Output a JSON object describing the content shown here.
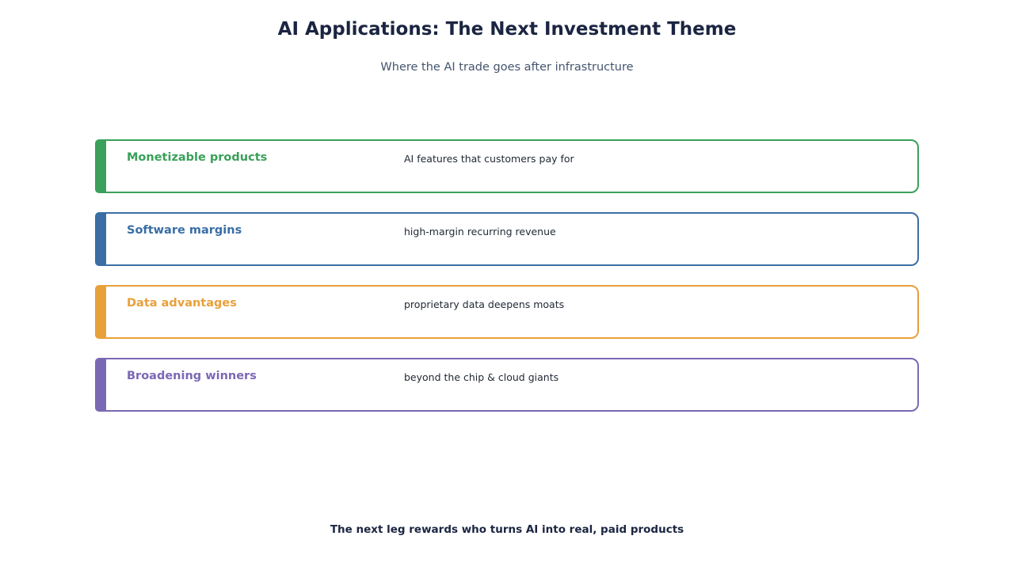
{
  "header": {
    "title": "AI Applications: The Next Investment Theme",
    "subtitle": "Where the AI trade goes after infrastructure"
  },
  "items": [
    {
      "label": "Monetizable products",
      "description": "AI features that customers pay for",
      "color": "#3aa05a"
    },
    {
      "label": "Software margins",
      "description": "high-margin recurring revenue",
      "color": "#3a6ea5"
    },
    {
      "label": "Data advantages",
      "description": "proprietary data deepens moats",
      "color": "#e8a03a"
    },
    {
      "label": "Broadening winners",
      "description": "beyond the chip & cloud giants",
      "color": "#7b68b5"
    }
  ],
  "footer": {
    "text": "The next leg rewards who turns AI into real, paid products"
  }
}
